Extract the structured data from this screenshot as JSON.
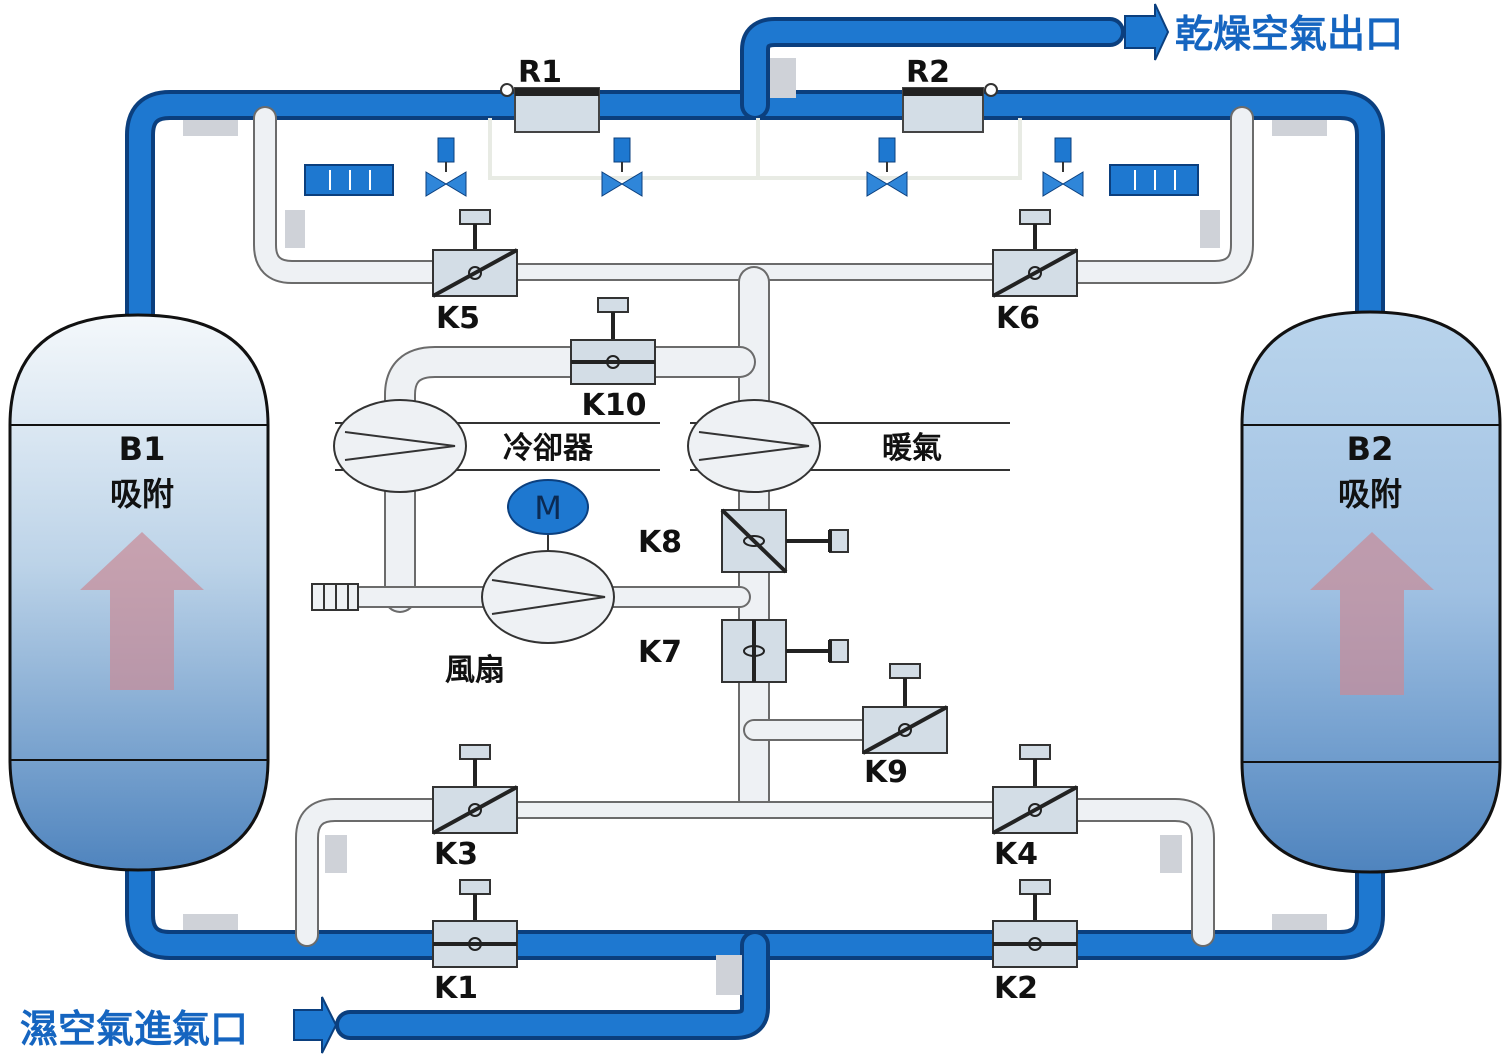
{
  "labels": {
    "outlet": "乾燥空氣出口",
    "inlet": "濕空氣進氣口",
    "cooler": "冷卻器",
    "heater": "暖氣",
    "fan": "風扇",
    "motor": "M",
    "tank_left_id": "B1",
    "tank_left_state": "吸附",
    "tank_right_id": "B2",
    "tank_right_state": "吸附"
  },
  "valves": {
    "k1": "K1",
    "k2": "K2",
    "k3": "K3",
    "k4": "K4",
    "k5": "K5",
    "k6": "K6",
    "k7": "K7",
    "k8": "K8",
    "k9": "K9",
    "k10": "K10"
  },
  "regulators": {
    "r1": "R1",
    "r2": "R2"
  },
  "colors": {
    "pipe_blue": "#1565c0",
    "pipe_blue_light": "#2f86d9",
    "pipe_grey": "#eef1f4",
    "pipe_outline": "#6b6b6b",
    "valve_body": "#d3dde6",
    "arrow": "#c98a95",
    "label_blue": "#1565c0"
  }
}
